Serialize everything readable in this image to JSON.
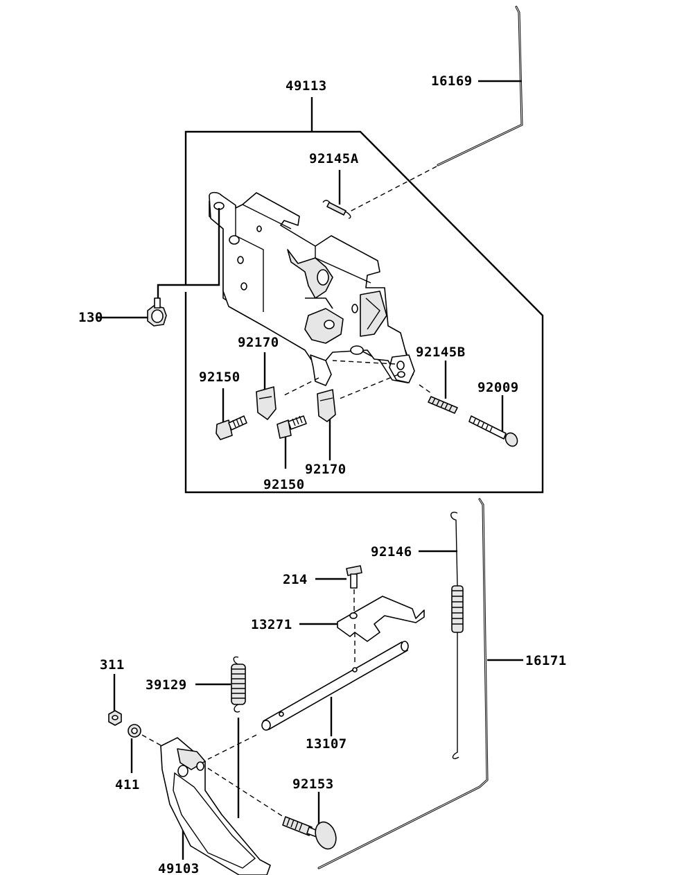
{
  "labels": {
    "p16169": "16169",
    "p49113": "49113",
    "p92145A": "92145A",
    "p130": "130",
    "p92170_top": "92170",
    "p92145B": "92145B",
    "p92150_left": "92150",
    "p92009": "92009",
    "p92170_bottom": "92170",
    "p92150_bottom": "92150",
    "p92146": "92146",
    "p214": "214",
    "p13271": "13271",
    "p16171": "16171",
    "p311": "311",
    "p39129": "39129",
    "p13107": "13107",
    "p411": "411",
    "p92153": "92153",
    "p49103": "49103"
  }
}
